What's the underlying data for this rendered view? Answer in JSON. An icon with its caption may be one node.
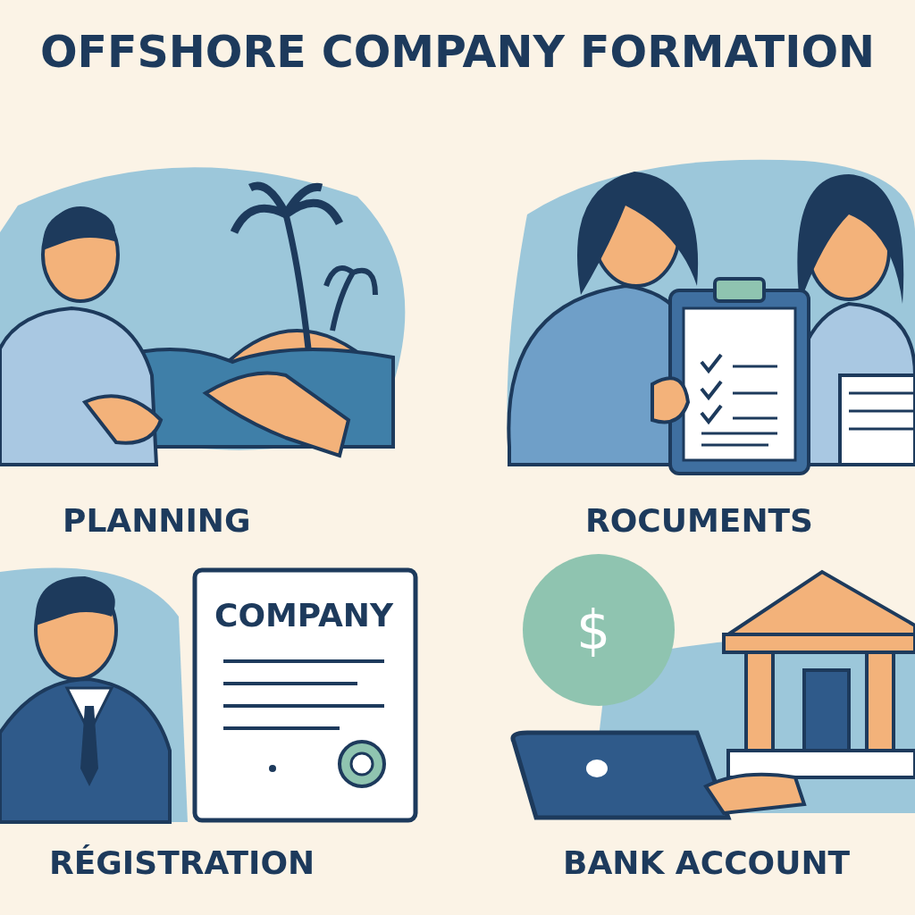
{
  "diagram": {
    "title": "OFFSHORE COMPANY FORMATION",
    "labels": [
      "PLANNING",
      "ROCUMENTS",
      "COMPANY",
      "$",
      "RÉGISTRATION",
      "BANK ACCOUNT"
    ]
  }
}
